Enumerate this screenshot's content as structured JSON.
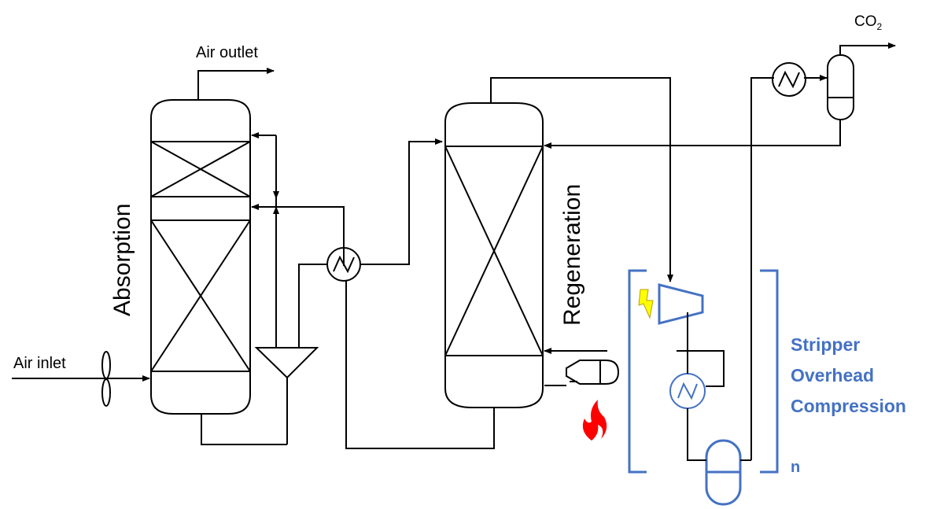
{
  "labels": {
    "air_outlet": "Air outlet",
    "air_inlet": "Air inlet",
    "absorption": "Absorption",
    "regeneration": "Regeneration",
    "co2_main": "CO",
    "co2_sub": "2",
    "stripper_line1": "Stripper",
    "stripper_line2": "Overhead",
    "stripper_line3": "Compression",
    "repeat_n": "n"
  },
  "colors": {
    "line": "#000000",
    "accent_blue": "#4472c4",
    "lightning": "#ffff00",
    "flame": "#ff0000"
  },
  "icons": [
    "fan-icon",
    "heat-exchanger-icon",
    "compressor-icon",
    "lightning-icon",
    "flame-icon",
    "flash-drum-icon",
    "pump-icon"
  ]
}
